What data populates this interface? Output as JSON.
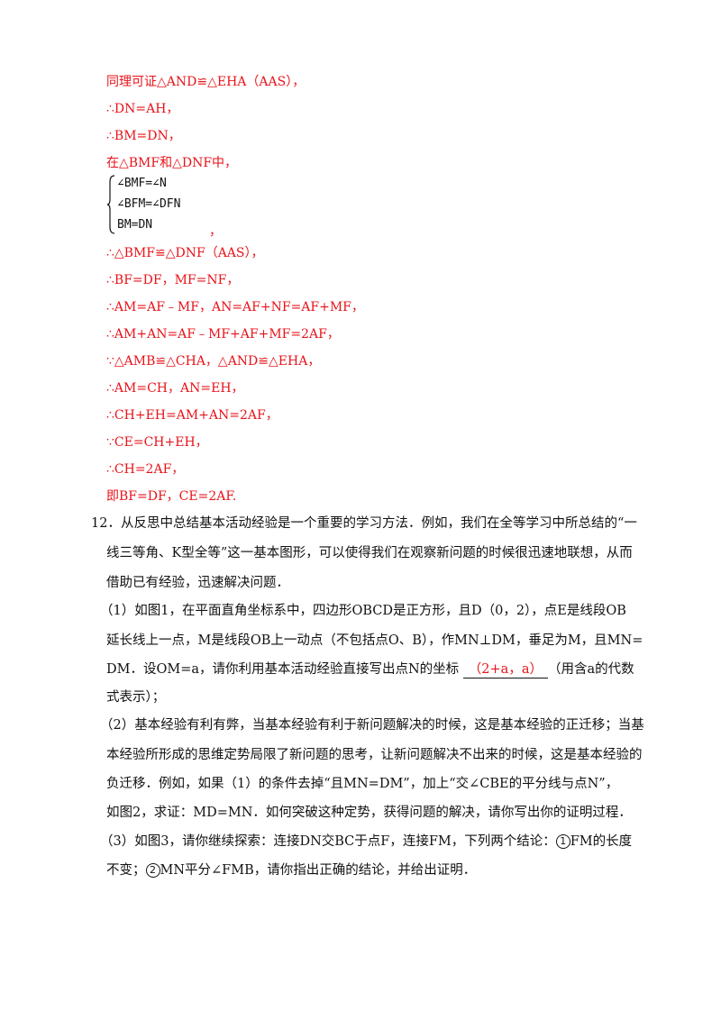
{
  "proof": {
    "l1": "同理可证△AND≌△EHA（AAS），",
    "l2": "∴DN=AH，",
    "l3": "∴BM=DN，",
    "l4": "在△BMF和△DNF中，",
    "sys1": "∠BMF=∠N",
    "sys2": "∠BFM=∠DFN",
    "sys3": "BM=DN",
    "sys_comma": "，",
    "l5": "∴△BMF≌△DNF（AAS），",
    "l6": "∴BF=DF，MF=NF，",
    "l7": "∴AM=AF﹣MF，AN=AF+NF=AF+MF，",
    "l8": "∴AM+AN=AF﹣MF+AF+MF=2AF，",
    "l9": "∵△AMB≌△CHA，△AND≌△EHA，",
    "l10": "∴AM=CH，AN=EH，",
    "l11": "∴CH+EH=AM+AN=2AF，",
    "l12": "∵CE=CH+EH，",
    "l13": "∴CH=2AF，",
    "l14": "即BF=DF，CE=2AF."
  },
  "problem": {
    "p1": "12．从反思中总结基本活动经验是一个重要的学习方法．例如，我们在全等学习中所总结的“一",
    "p2": "线三等角、K型全等”这一基本图形，可以使得我们在观察新问题的时候很迅速地联想，从而",
    "p3": "借助已有经验，迅速解决问题．",
    "p4": "（1）如图1，在平面直角坐标系中，四边形OBCD是正方形，且D（0，2），点E是线段OB",
    "p5": "延长线上一点，M是线段OB上一动点（不包括点O、B），作MN⊥DM，垂足为M，且MN=",
    "p6a": "DM．设OM=a，请你利用基本活动经验直接写出点N的坐标",
    "p6ans": "（2+a，a）",
    "p6b": "（用含a的代数",
    "p7": "式表示）；",
    "p8": "（2）基本经验有利有弊，当基本经验有利于新问题解决的时候，这是基本经验的正迁移；当基",
    "p9": "本经验所形成的思维定势局限了新问题的思考，让新问题解决不出来的时候，这是基本经验的",
    "p10": "负迁移．例如，如果（1）的条件去掉“且MN=DM”，加上“交∠CBE的平分线与点N”，",
    "p11": "如图2，求证：MD=MN．如何突破这种定势，获得问题的解决，请你写出你的证明过程．",
    "p12a": "（3）如图3，请你继续探索：连接DN交BC于点F，连接FM，下列两个结论：",
    "c1": "1",
    "p12b": "FM的长度",
    "p13a": "不变；",
    "c2": "2",
    "p13b": "MN平分∠FMB，请你指出正确的结论，并给出证明．"
  },
  "colors": {
    "answer": "#e8131a",
    "text": "#111111"
  }
}
